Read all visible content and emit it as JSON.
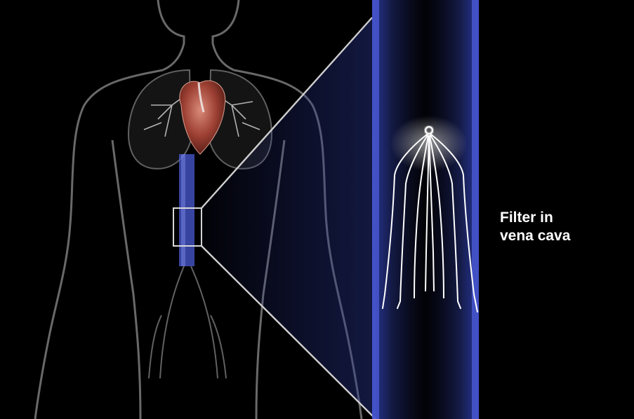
{
  "caption": {
    "line1": "Filter in",
    "line2": "vena cava"
  },
  "colors": {
    "background": "#000000",
    "vein_blue": "#4a5bd6",
    "body_outline": "#9a9a9a",
    "heart": "#a8473a",
    "filter_wire": "#ffffff"
  },
  "icons": {
    "body": "human-body-silhouette",
    "heart": "heart",
    "filter": "vena-cava-filter"
  }
}
